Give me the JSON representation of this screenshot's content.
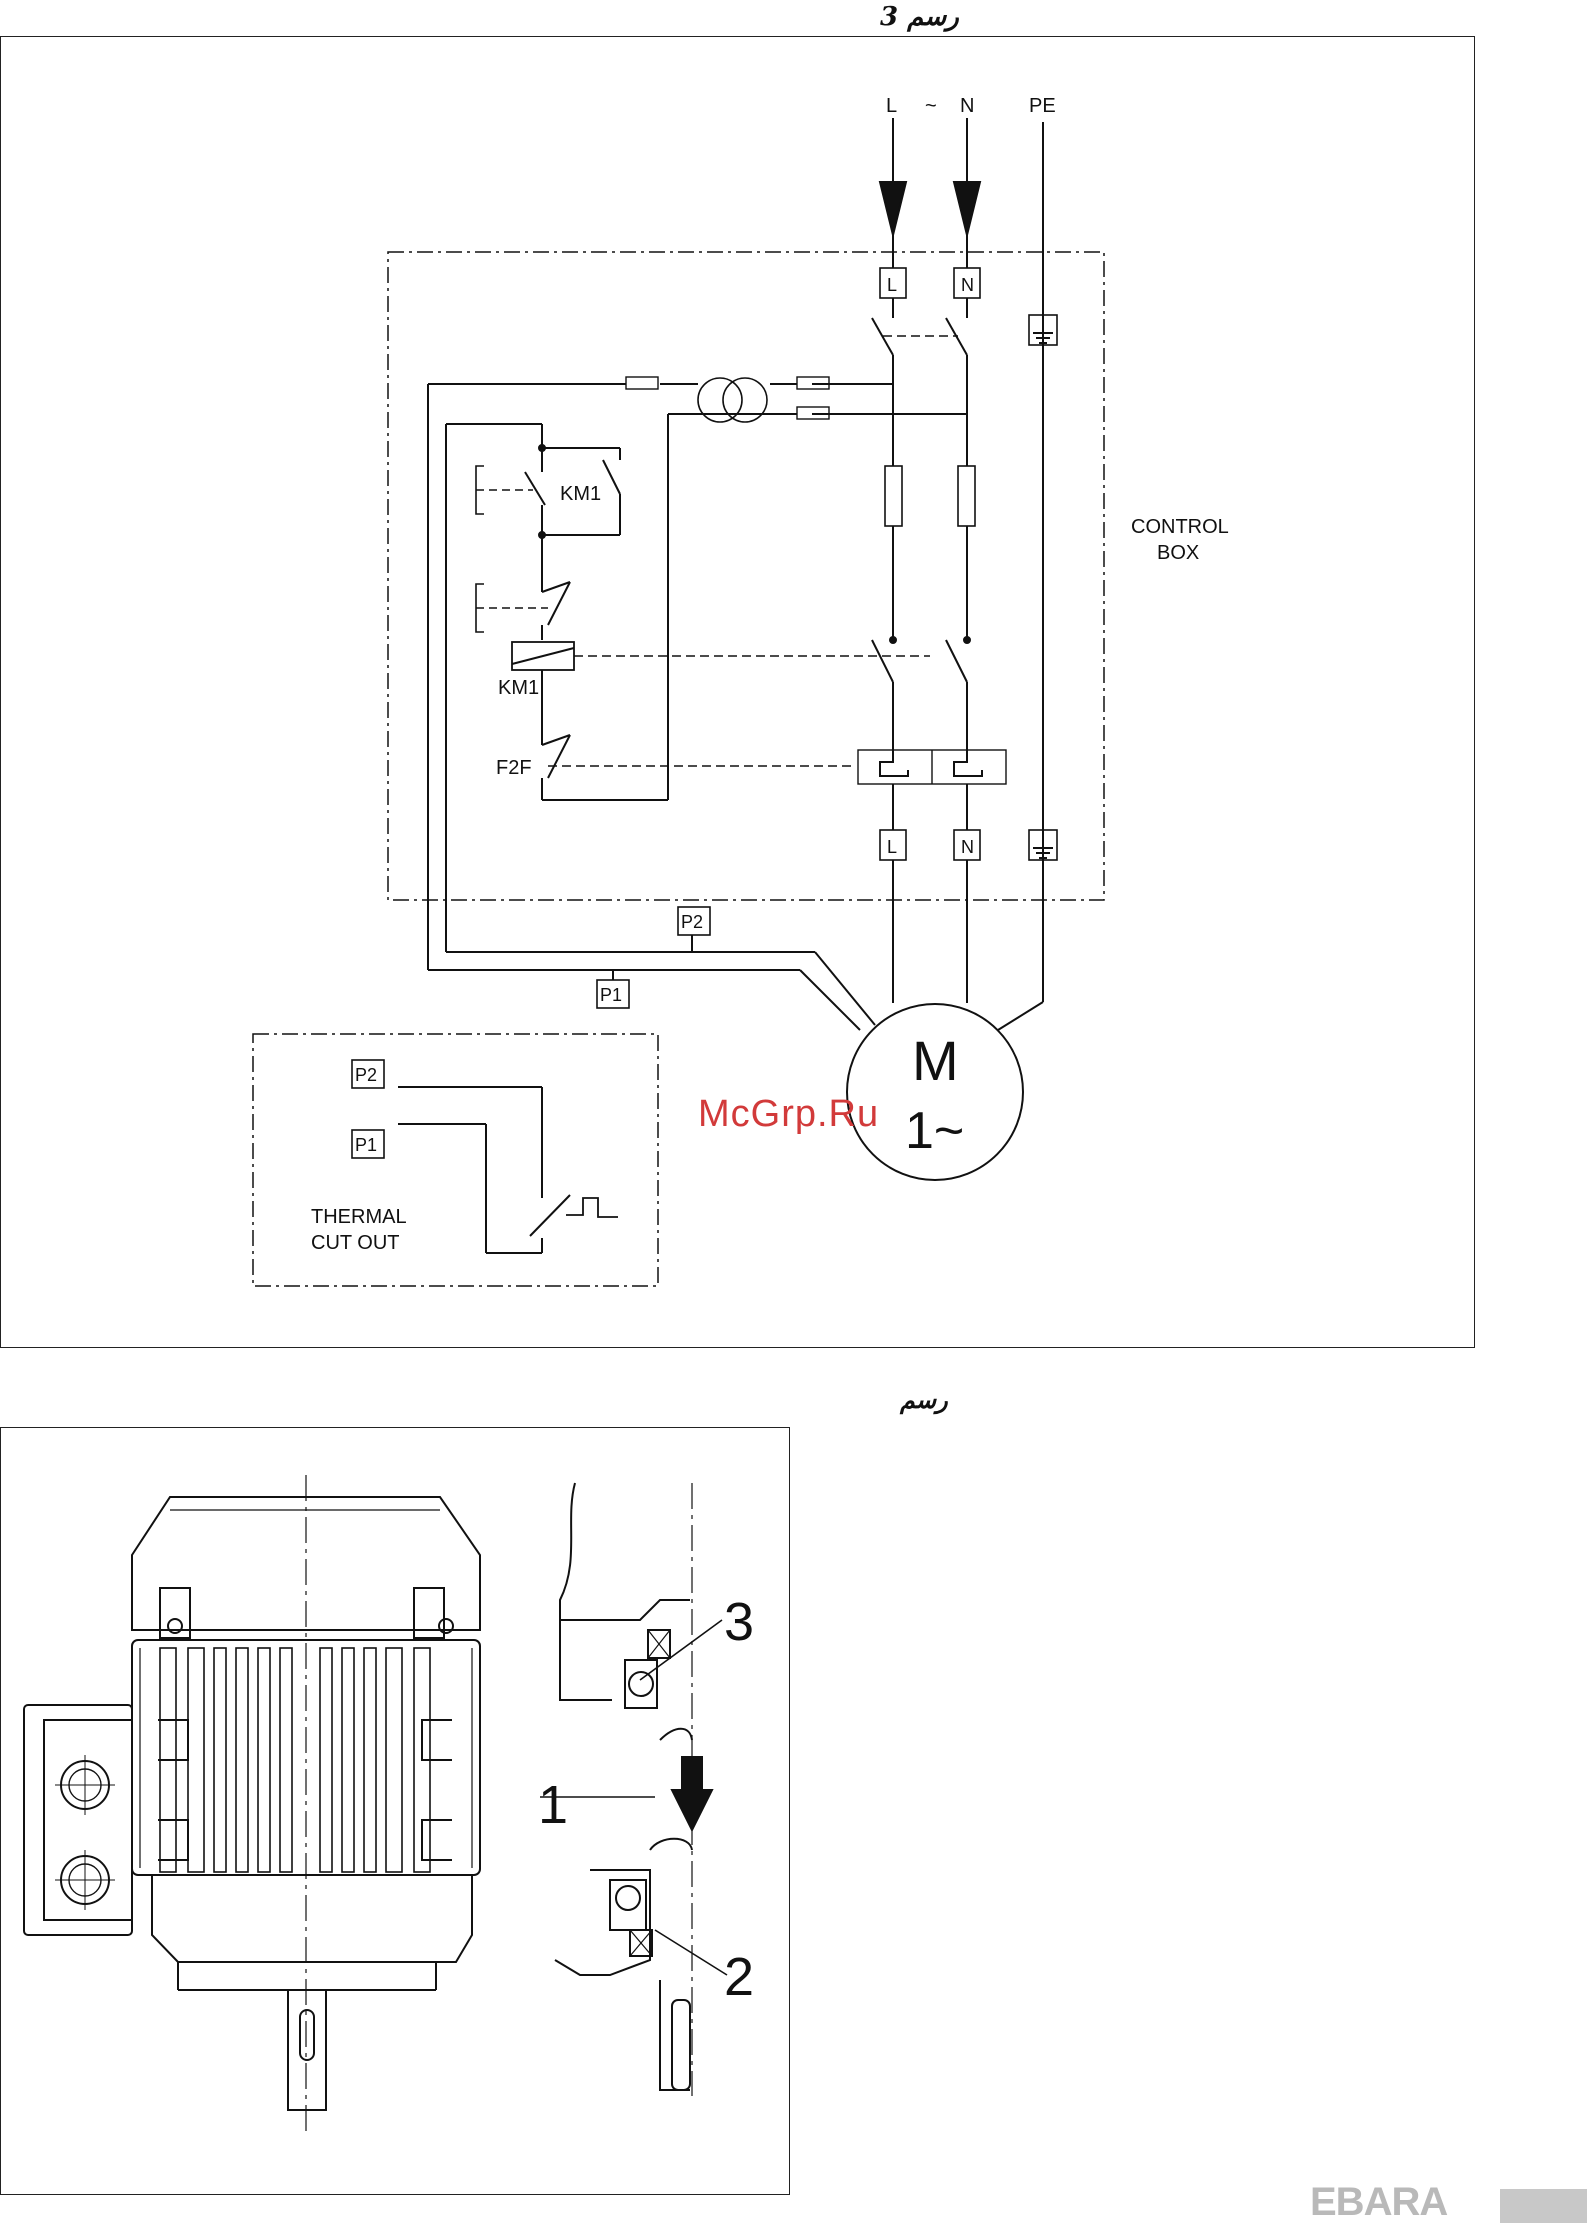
{
  "figures": {
    "figure3_caption": "رسم 3",
    "figure4_caption": "رسم"
  },
  "wiring": {
    "supply_L": "L",
    "supply_sep": "~",
    "supply_N": "N",
    "supply_PE": "PE",
    "terminal_L_top": "L",
    "terminal_N_top": "N",
    "terminal_L_bottom": "L",
    "terminal_N_bottom": "N",
    "contactor_contact": "KM1",
    "contactor_coil": "KM1",
    "relay_contact": "F2F",
    "control_box_line1": "CONTROL",
    "control_box_line2": "BOX",
    "probe_P2": "P2",
    "probe_P1": "P1",
    "thermal_P2": "P2",
    "thermal_P1": "P1",
    "thermal_line1": "THERMAL",
    "thermal_line2": "CUT OUT",
    "motor_letter": "M",
    "motor_phase": "1~"
  },
  "motor_detail": {
    "callout_1": "1",
    "callout_2": "2",
    "callout_3": "3"
  },
  "watermark": "McGrp.Ru",
  "brand": "EBARA",
  "colors": {
    "line": "#111111",
    "watermark": "#d23a3a",
    "brand": "#b9b9b9"
  }
}
